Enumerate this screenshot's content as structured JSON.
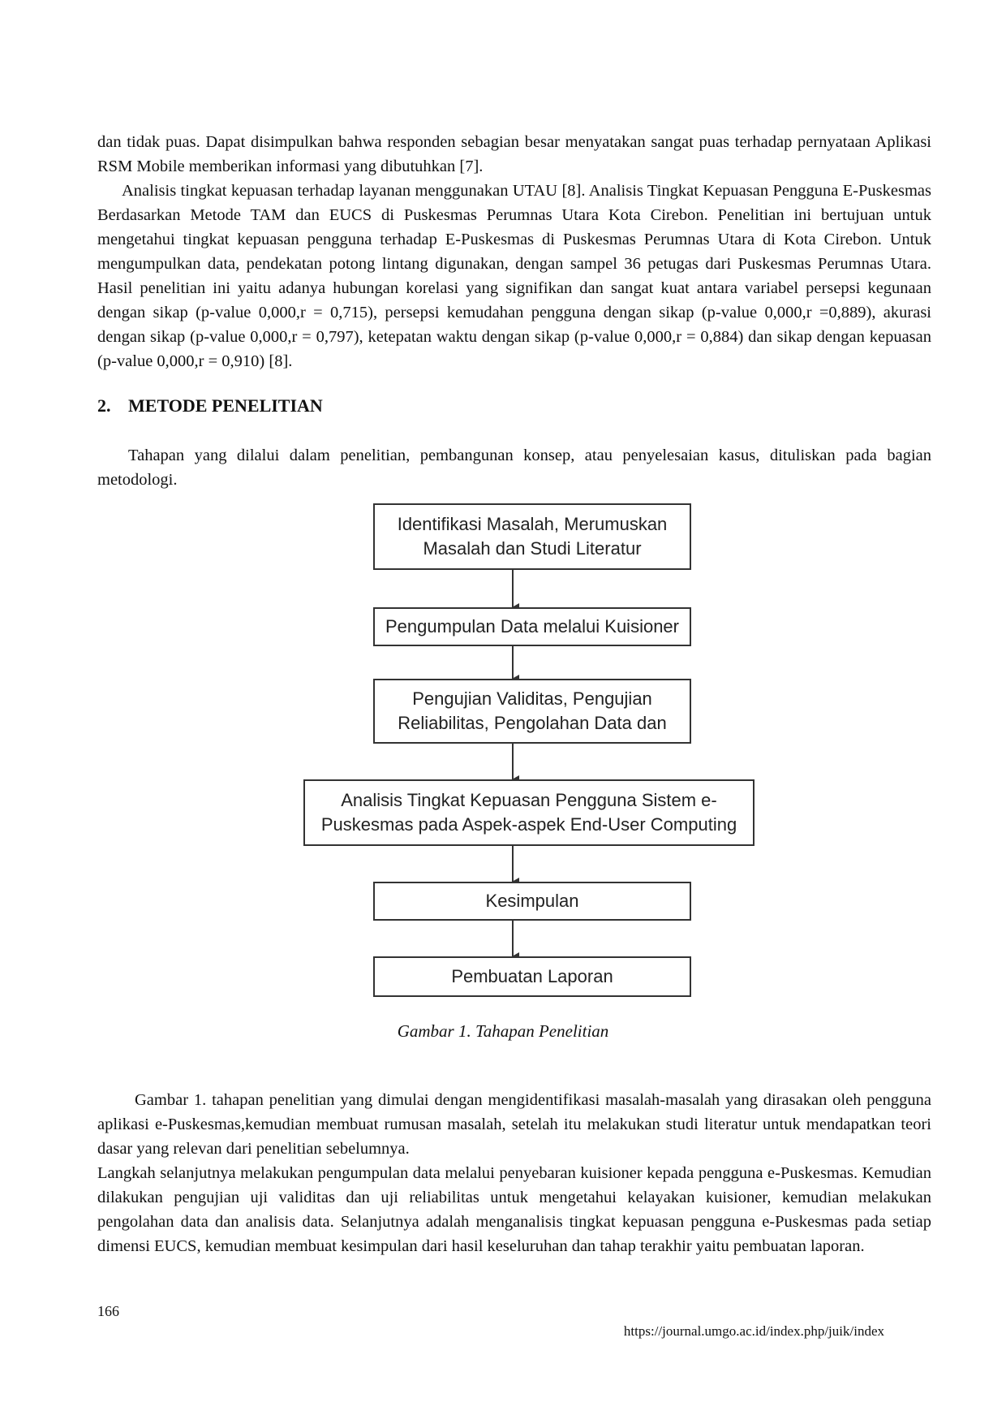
{
  "paragraphs": {
    "p1a": "dan tidak puas. Dapat disimpulkan bahwa responden sebagian besar menyatakan sangat puas terhadap pernyataan Aplikasi RSM Mobile memberikan informasi yang dibutuhkan [7].",
    "p1b": "Analisis tingkat kepuasan terhadap layanan menggunakan UTAU [8]. Analisis Tingkat Kepuasan Pengguna E-Puskesmas Berdasarkan Metode TAM dan EUCS di Puskesmas Perumnas Utara Kota Cirebon. Penelitian ini bertujuan untuk mengetahui tingkat kepuasan pengguna terhadap E-Puskesmas di Puskesmas Perumnas Utara di Kota Cirebon. Untuk mengumpulkan data, pendekatan potong lintang digunakan, dengan sampel 36 petugas dari Puskesmas Perumnas Utara. Hasil penelitian ini yaitu adanya hubungan korelasi yang signifikan dan sangat kuat antara variabel persepsi kegunaan dengan sikap (p-value 0,000,r = 0,715), persepsi kemudahan pengguna dengan sikap (p-value 0,000,r =0,889), akurasi dengan sikap (p-value 0,000,r = 0,797), ketepatan waktu dengan sikap (p-value 0,000,r = 0,884) dan sikap dengan kepuasan (p-value 0,000,r = 0,910) [8].",
    "p2": "Tahapan yang dilalui dalam penelitian, pembangunan konsep, atau penyelesaian kasus, dituliskan pada bagian metodologi.",
    "p3a": "Gambar 1. tahapan penelitian yang dimulai dengan mengidentifikasi masalah-masalah yang dirasakan oleh pengguna aplikasi e-Puskesmas,kemudian membuat rumusan masalah, setelah itu melakukan studi literatur untuk mendapatkan teori dasar yang relevan dari penelitian sebelumnya.",
    "p3b": "Langkah selanjutnya melakukan pengumpulan data melalui penyebaran kuisioner kepada pengguna e-Puskesmas. Kemudian dilakukan pengujian uji validitas dan uji reliabilitas untuk mengetahui kelayakan kuisioner, kemudian melakukan pengolahan data dan analisis data. Selanjutnya adalah menganalisis tingkat kepuasan pengguna e-Puskesmas pada setiap dimensi EUCS, kemudian membuat kesimpulan dari hasil keseluruhan dan tahap terakhir yaitu pembuatan laporan."
  },
  "heading": {
    "number": "2.",
    "title": "METODE PENELITIAN"
  },
  "figure": {
    "steps": [
      "Identifikasi Masalah, Merumuskan Masalah dan Studi Literatur",
      "Pengumpulan Data melalui Kuisioner",
      "Pengujian Validitas, Pengujian Reliabilitas, Pengolahan Data dan",
      "Analisis Tingkat Kepuasan Pengguna Sistem e-Puskesmas pada Aspek-aspek End-User Computing",
      "Kesimpulan",
      "Pembuatan Laporan"
    ],
    "caption": "Gambar 1. Tahapan Penelitian"
  },
  "footer": {
    "page_number": "166",
    "url": "https://journal.umgo.ac.id/index.php/juik/index"
  }
}
